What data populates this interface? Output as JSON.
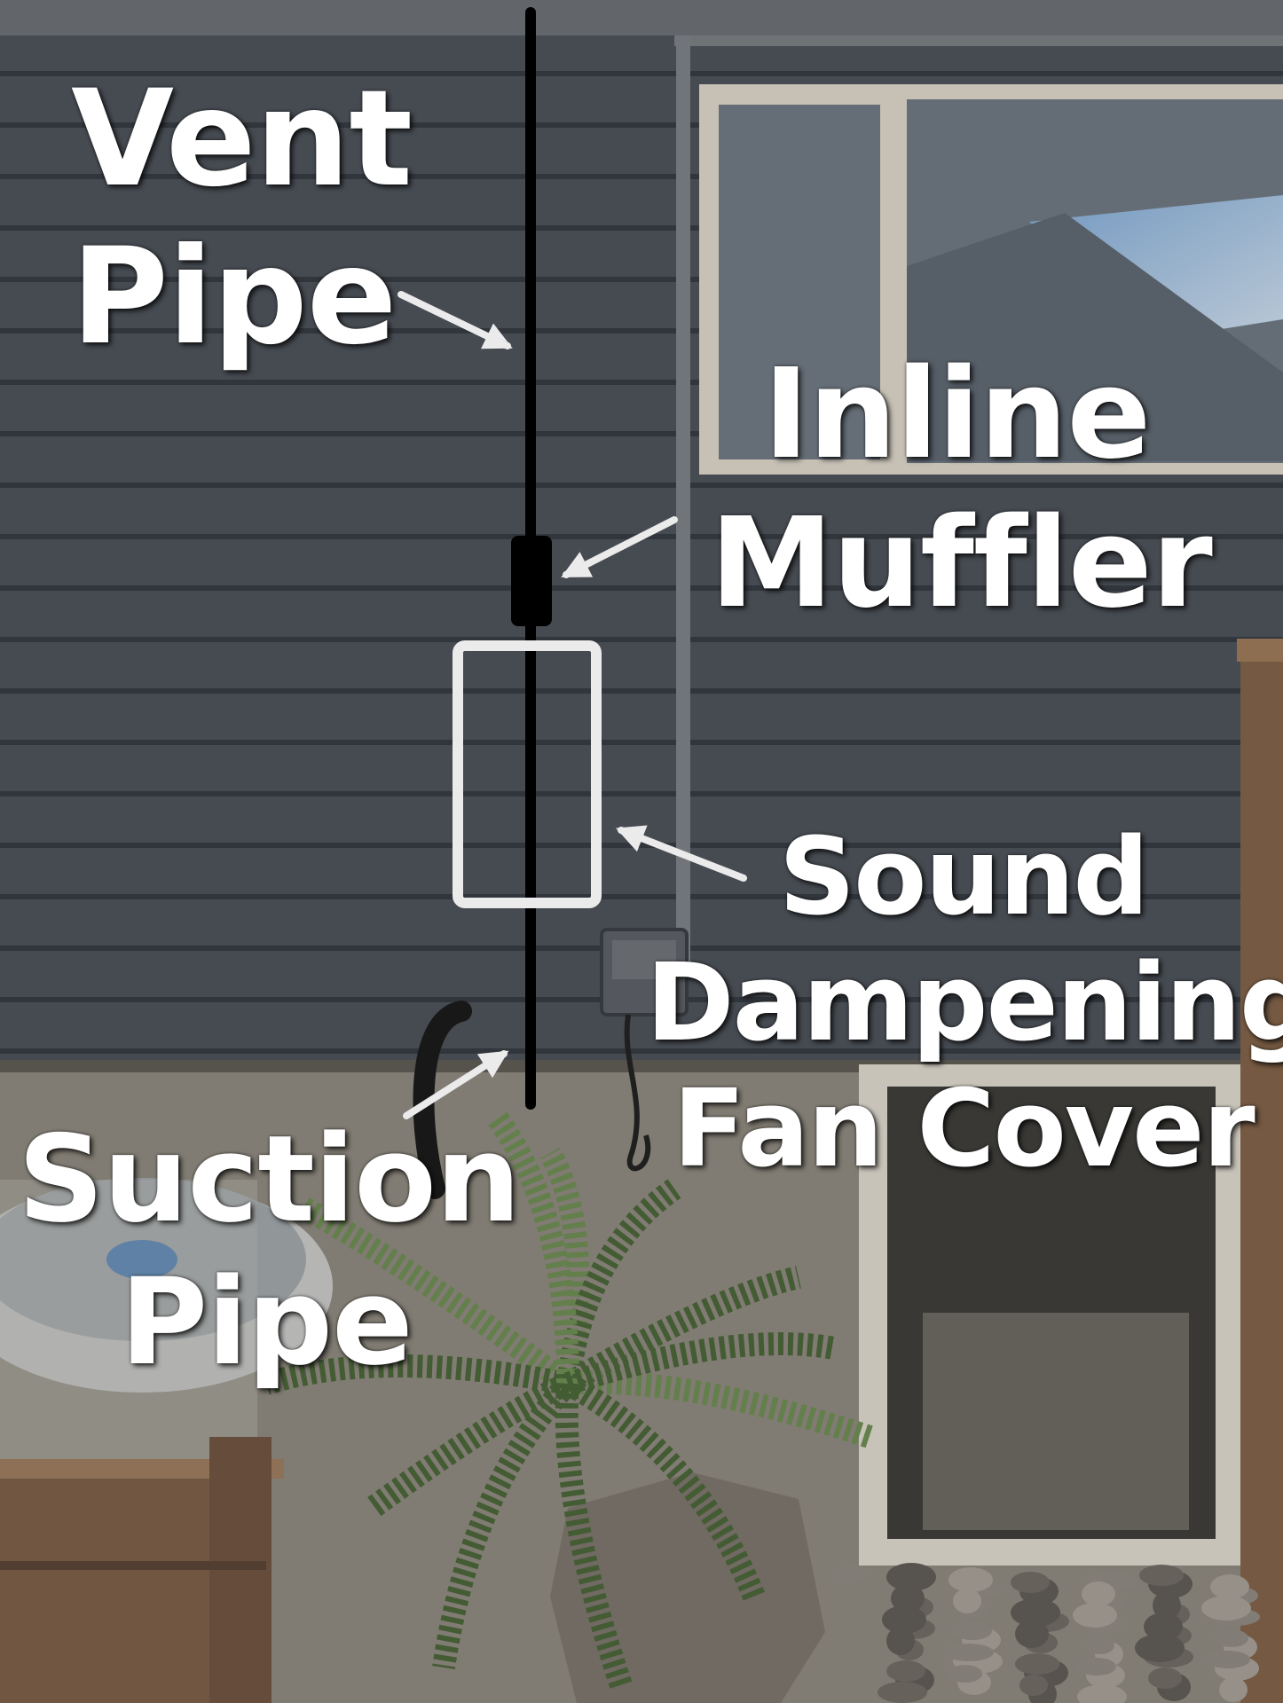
{
  "labels": {
    "vent_pipe": [
      "Vent",
      "Pipe"
    ],
    "inline_muffler": [
      "Inline",
      "Muffler"
    ],
    "fan_cover": [
      "Sound",
      "Dampening",
      "Fan Cover"
    ],
    "suction_pipe": [
      "Suction",
      "Pipe"
    ]
  },
  "colors": {
    "siding": "#4a4f57",
    "siding_line": "#353a41",
    "foundation": "#8a8479",
    "window_frame": "#d8d3c8",
    "glass": "#6f7a84",
    "sky": "#8fb3d6",
    "pipe": "#000000",
    "annotation": "#ffffff",
    "fern": "#4f6a3e",
    "wood": "#8a6a4e"
  }
}
